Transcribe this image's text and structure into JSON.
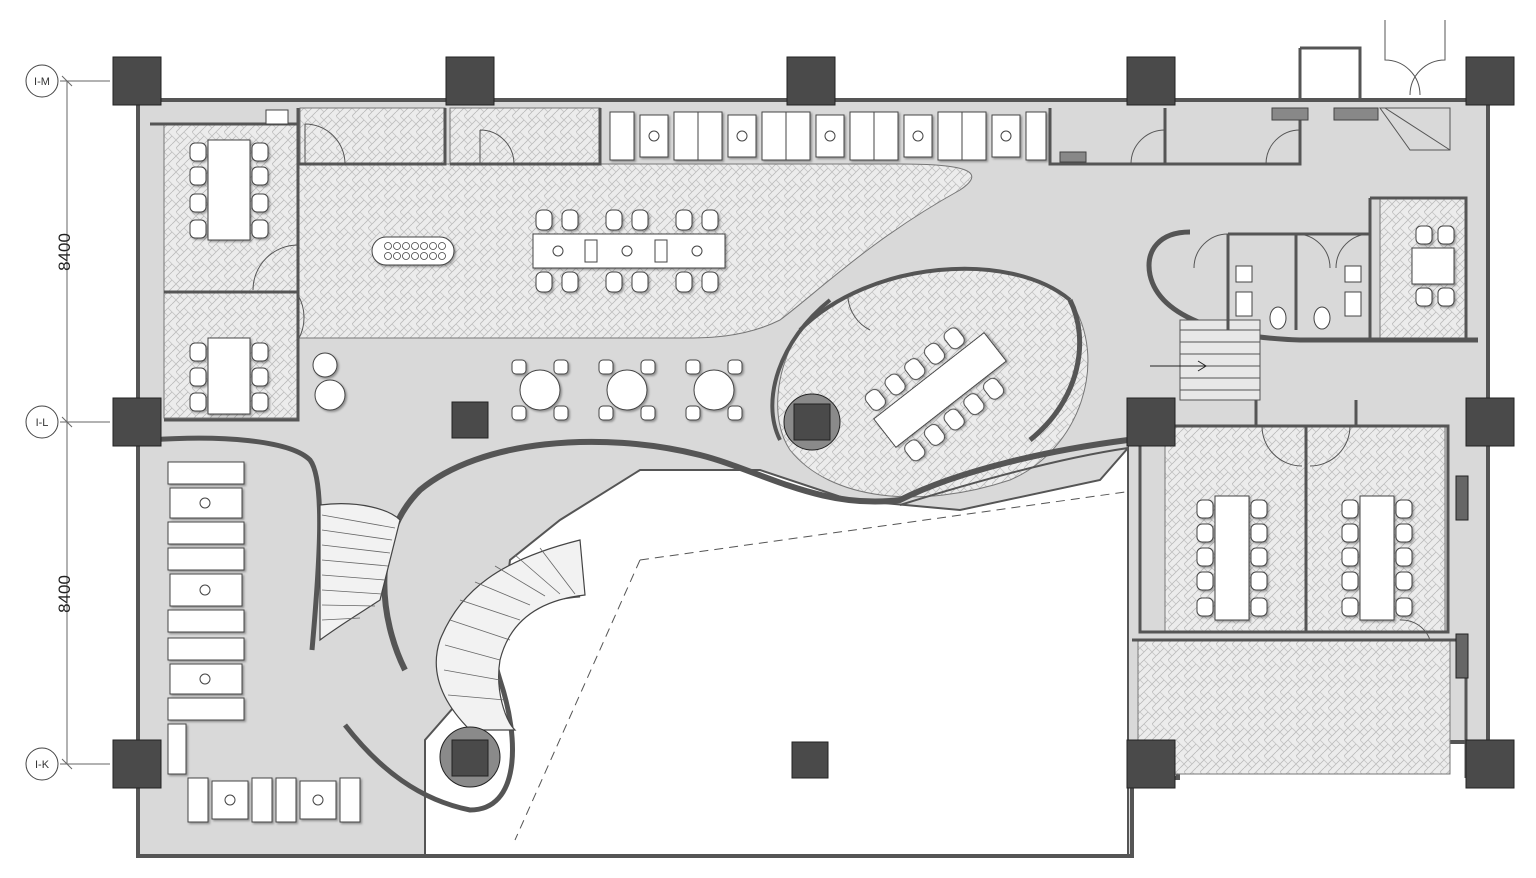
{
  "drawing": {
    "grid_labels": [
      "I-M",
      "I-L",
      "I-K"
    ],
    "dimensions": [
      "8400",
      "8400"
    ],
    "colors": {
      "wall": "#5a5a5a",
      "column": "#4a4a4a",
      "floor": "#d9d9d9",
      "herringbone_zone": "#ececec",
      "furniture": "#ffffff",
      "line": "#333333"
    }
  }
}
